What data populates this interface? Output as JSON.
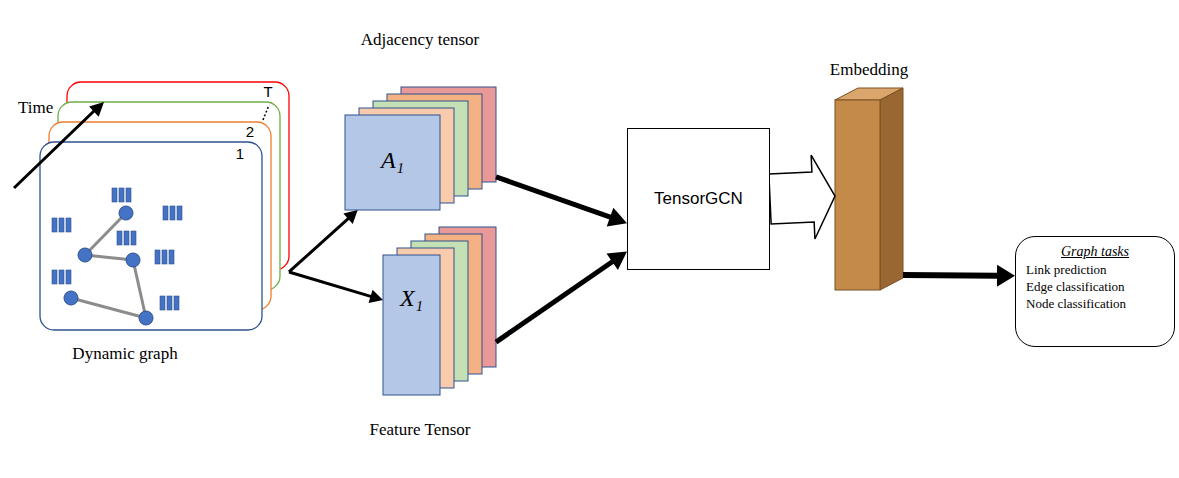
{
  "diagram": {
    "nodes": [
      {
        "text": [
          "1",
          "2",
          "T",
          "Dynamic graph"
        ]
      },
      {
        "text": [
          "Adjacency tensor",
          "A₁"
        ]
      },
      {
        "text": [
          "X₁",
          "Feature Tensor"
        ]
      },
      {
        "text": [
          "TensorGCN"
        ]
      },
      {
        "text": [
          "Embedding"
        ]
      },
      {
        "text": [
          "Graph tasks",
          "Link prediction",
          "Edge classification",
          "Node classification"
        ]
      }
    ],
    "edges": [
      {
        "from": 0,
        "to": 1,
        "arrow": "to"
      },
      {
        "from": 0,
        "to": 2,
        "arrow": "to"
      },
      {
        "from": 1,
        "to": 3,
        "arrow": "to"
      },
      {
        "from": 2,
        "to": 3,
        "arrow": "to"
      },
      {
        "from": 3,
        "to": 4,
        "arrow": "to"
      },
      {
        "from": 4,
        "to": 5,
        "arrow": "to"
      }
    ],
    "labels": [
      "Time"
    ]
  }
}
